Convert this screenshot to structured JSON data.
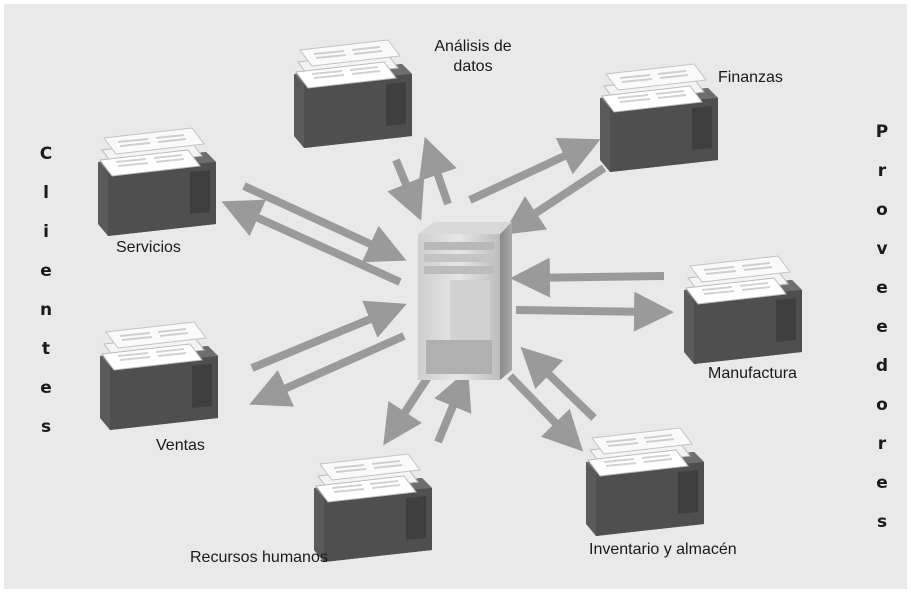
{
  "side_labels": {
    "left": "Clientes",
    "right": "Proveedores"
  },
  "center": {
    "icon": "server-tower-icon"
  },
  "nodes": {
    "analisis": {
      "label_line1": "Análisis de",
      "label_line2": "datos",
      "icon": "software-box-icon"
    },
    "finanzas": {
      "label": "Finanzas",
      "icon": "software-box-icon"
    },
    "servicios": {
      "label": "Servicios",
      "icon": "software-box-icon"
    },
    "manufactura": {
      "label": "Manufactura",
      "icon": "software-box-icon"
    },
    "ventas": {
      "label": "Ventas",
      "icon": "software-box-icon"
    },
    "inventario": {
      "label": "Inventario y almacén",
      "icon": "software-box-icon"
    },
    "recursos": {
      "label": "Recursos humanos",
      "icon": "software-box-icon"
    }
  },
  "colors": {
    "panel": "#e9e9e9",
    "arrow": "#9a9a9a",
    "box_dark": "#555555",
    "text": "#1a1a1a"
  }
}
